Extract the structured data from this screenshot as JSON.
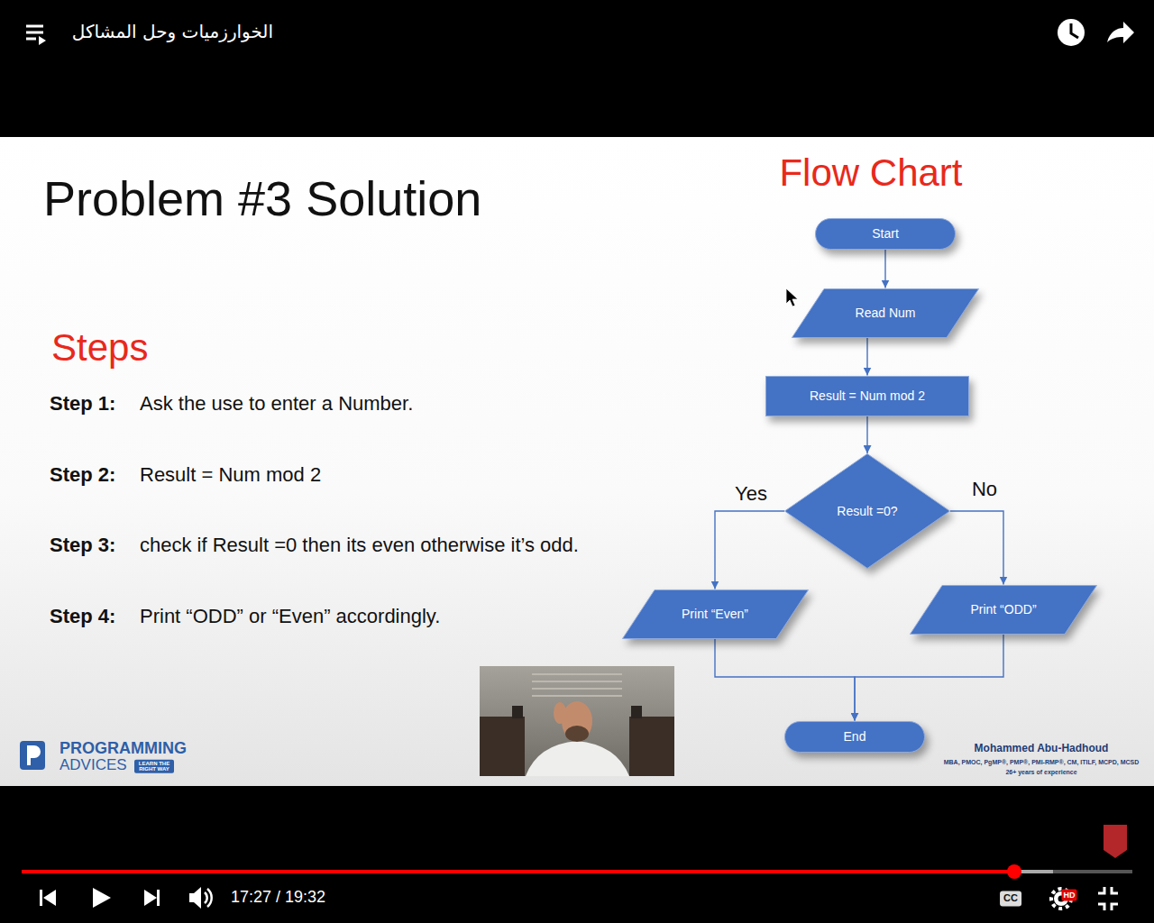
{
  "diagram": {
    "title": "Problem #3 Solution",
    "nodes": [
      {
        "text": [
          "Start"
        ]
      },
      {
        "text": [
          "Read Num"
        ]
      },
      {
        "text": [
          "Result = Num mod 2"
        ]
      },
      {
        "text": [
          "Result =0?"
        ]
      },
      {
        "text": [
          "Print “Even”"
        ]
      },
      {
        "text": [
          "Print “ODD”"
        ]
      },
      {
        "text": [
          "End"
        ]
      }
    ],
    "edges": [
      {
        "from": 0,
        "to": 1,
        "arrow": "to"
      },
      {
        "from": 1,
        "to": 2,
        "arrow": "to"
      },
      {
        "from": 2,
        "to": 3,
        "arrow": "to"
      },
      {
        "from": 3,
        "to": 4,
        "label": "Yes",
        "arrow": "to"
      },
      {
        "from": 3,
        "to": 5,
        "label": "No",
        "arrow": "to"
      },
      {
        "from": 4,
        "to": 6,
        "arrow": "to"
      },
      {
        "from": 5,
        "to": 6,
        "arrow": "to"
      }
    ],
    "labels": [
      "الخوارزميات وحل المشاكل",
      "Flow Chart",
      "Steps",
      "Step 1:",
      "Ask the use to enter a Number.",
      "Step 2:",
      "Result = Num mod 2",
      "Step 3:",
      "check if Result =0 then its even otherwise it’s odd.",
      "Step 4:",
      "Print “ODD” or “Even” accordingly.",
      "PROGRAMMING",
      "ADVICES",
      "LEARN THE RIGHT WAY",
      "Mohammed Abu-Hadhoud",
      "MBA, PMOC, PgMP®, PMP®, PMI-RMP®, CM, ITILF, MCPD, MCSD",
      "26+ years of experience",
      "17:27 / 19:32",
      "HD",
      "CC"
    ]
  }
}
